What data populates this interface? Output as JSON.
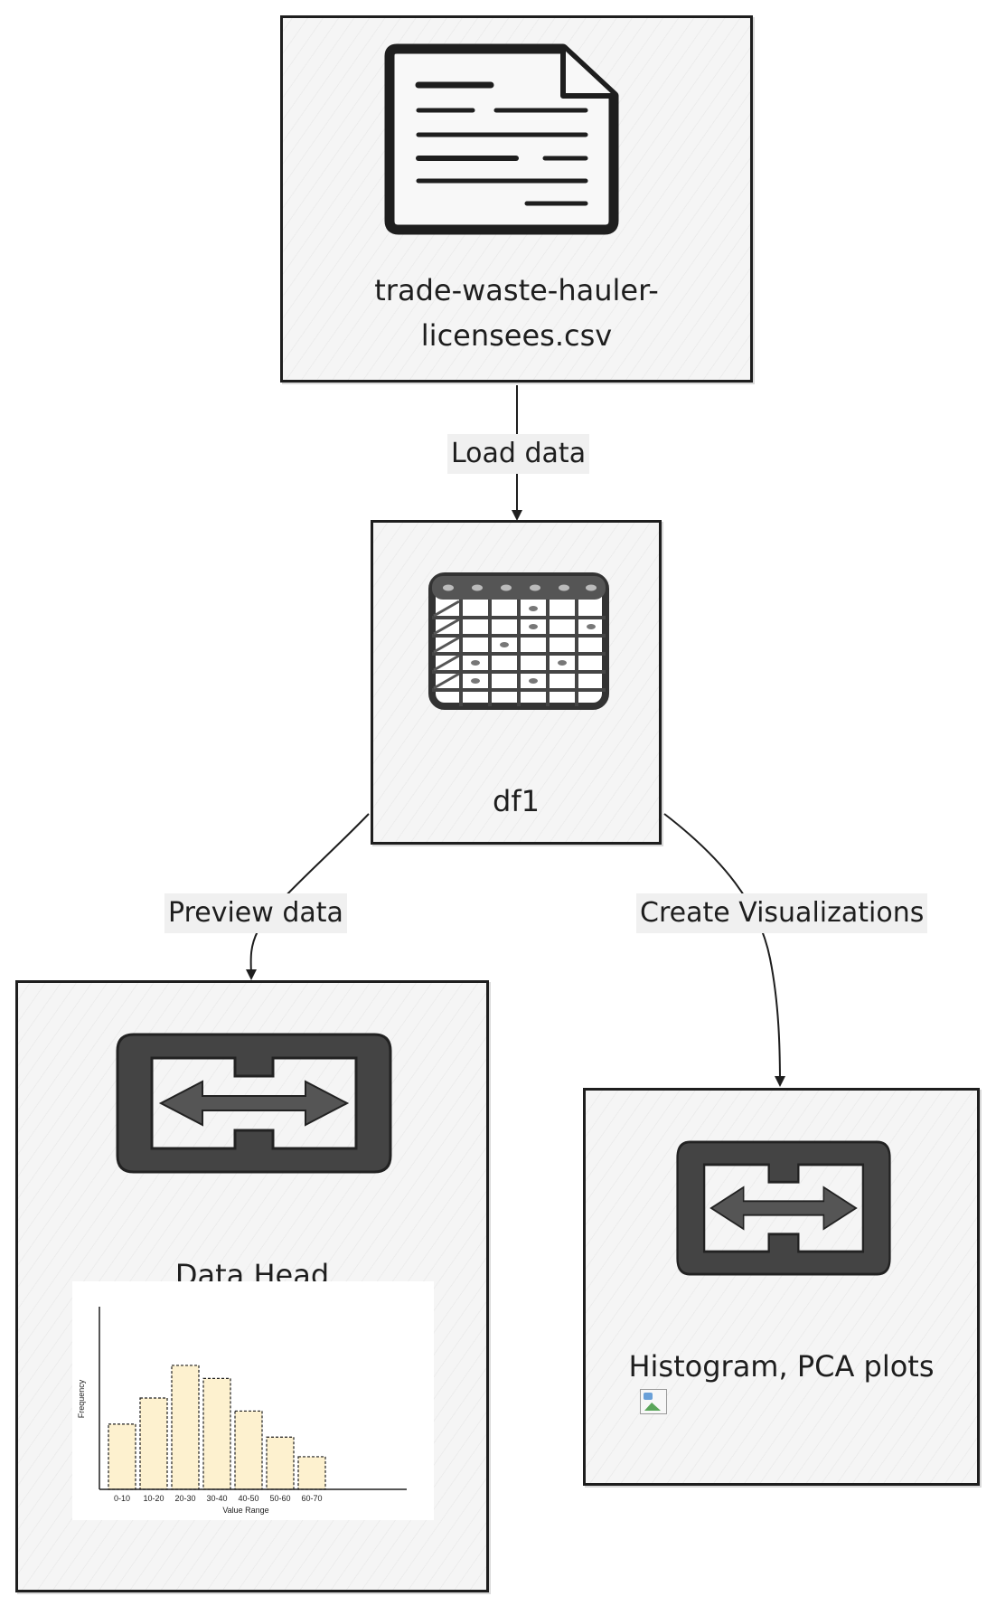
{
  "nodes": {
    "csv_file": {
      "label_line1": "trade-waste-hauler-",
      "label_line2": "licensees.csv",
      "icon": "document-icon"
    },
    "df1": {
      "label": "df1",
      "icon": "table-icon"
    },
    "data_head": {
      "label": "Data Head",
      "icon": "transfer-icon"
    },
    "visualizations": {
      "label": "Histogram, PCA plots",
      "icon": "transfer-icon"
    }
  },
  "edges": {
    "load": {
      "label": "Load data"
    },
    "preview": {
      "label": "Preview data"
    },
    "visualize": {
      "label": "Create Visualizations"
    }
  },
  "chart_data": {
    "type": "bar",
    "categories": [
      "0-10",
      "10-20",
      "20-30",
      "30-40",
      "40-50",
      "50-60",
      "60-70"
    ],
    "values": [
      10,
      14,
      19,
      17,
      12,
      8,
      5
    ],
    "title": "",
    "xlabel": "Value Range",
    "ylabel": "Frequency",
    "ylim": [
      0,
      28
    ]
  },
  "colors": {
    "stroke": "#1e1e1e",
    "node_fill": "#f5f5f5",
    "bar_fill": "#fdf1cf"
  }
}
